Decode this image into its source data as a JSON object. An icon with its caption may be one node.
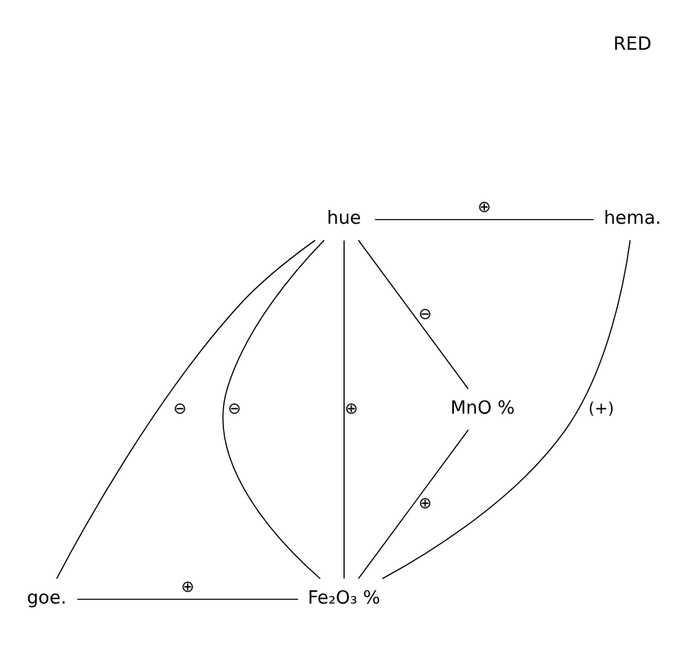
{
  "diagram": {
    "nodes": [
      {
        "text": [
          "hue"
        ]
      },
      {
        "text": [
          "hema."
        ]
      },
      {
        "text": [
          "goe."
        ]
      },
      {
        "text": [
          "Fe₂O₃ %"
        ]
      },
      {
        "text": [
          "MnO %"
        ]
      }
    ],
    "edges": [
      {
        "from": 0,
        "to": 1,
        "arrow": "none",
        "label": "⊕"
      },
      {
        "from": 0,
        "to": 4,
        "arrow": "none",
        "label": "⊖"
      },
      {
        "from": 0,
        "to": 2,
        "arrow": "none",
        "label": "⊖"
      },
      {
        "from": 0,
        "to": 3,
        "arrow": "none",
        "label": "⊖"
      },
      {
        "from": 0,
        "to": 3,
        "arrow": "none",
        "label": "⊕"
      },
      {
        "from": 1,
        "to": 3,
        "arrow": "none",
        "label": "(+)"
      },
      {
        "from": 2,
        "to": 3,
        "arrow": "none",
        "label": "⊕"
      },
      {
        "from": 4,
        "to": 3,
        "arrow": "none",
        "label": "⊕"
      }
    ],
    "labels": [
      "RED"
    ]
  }
}
